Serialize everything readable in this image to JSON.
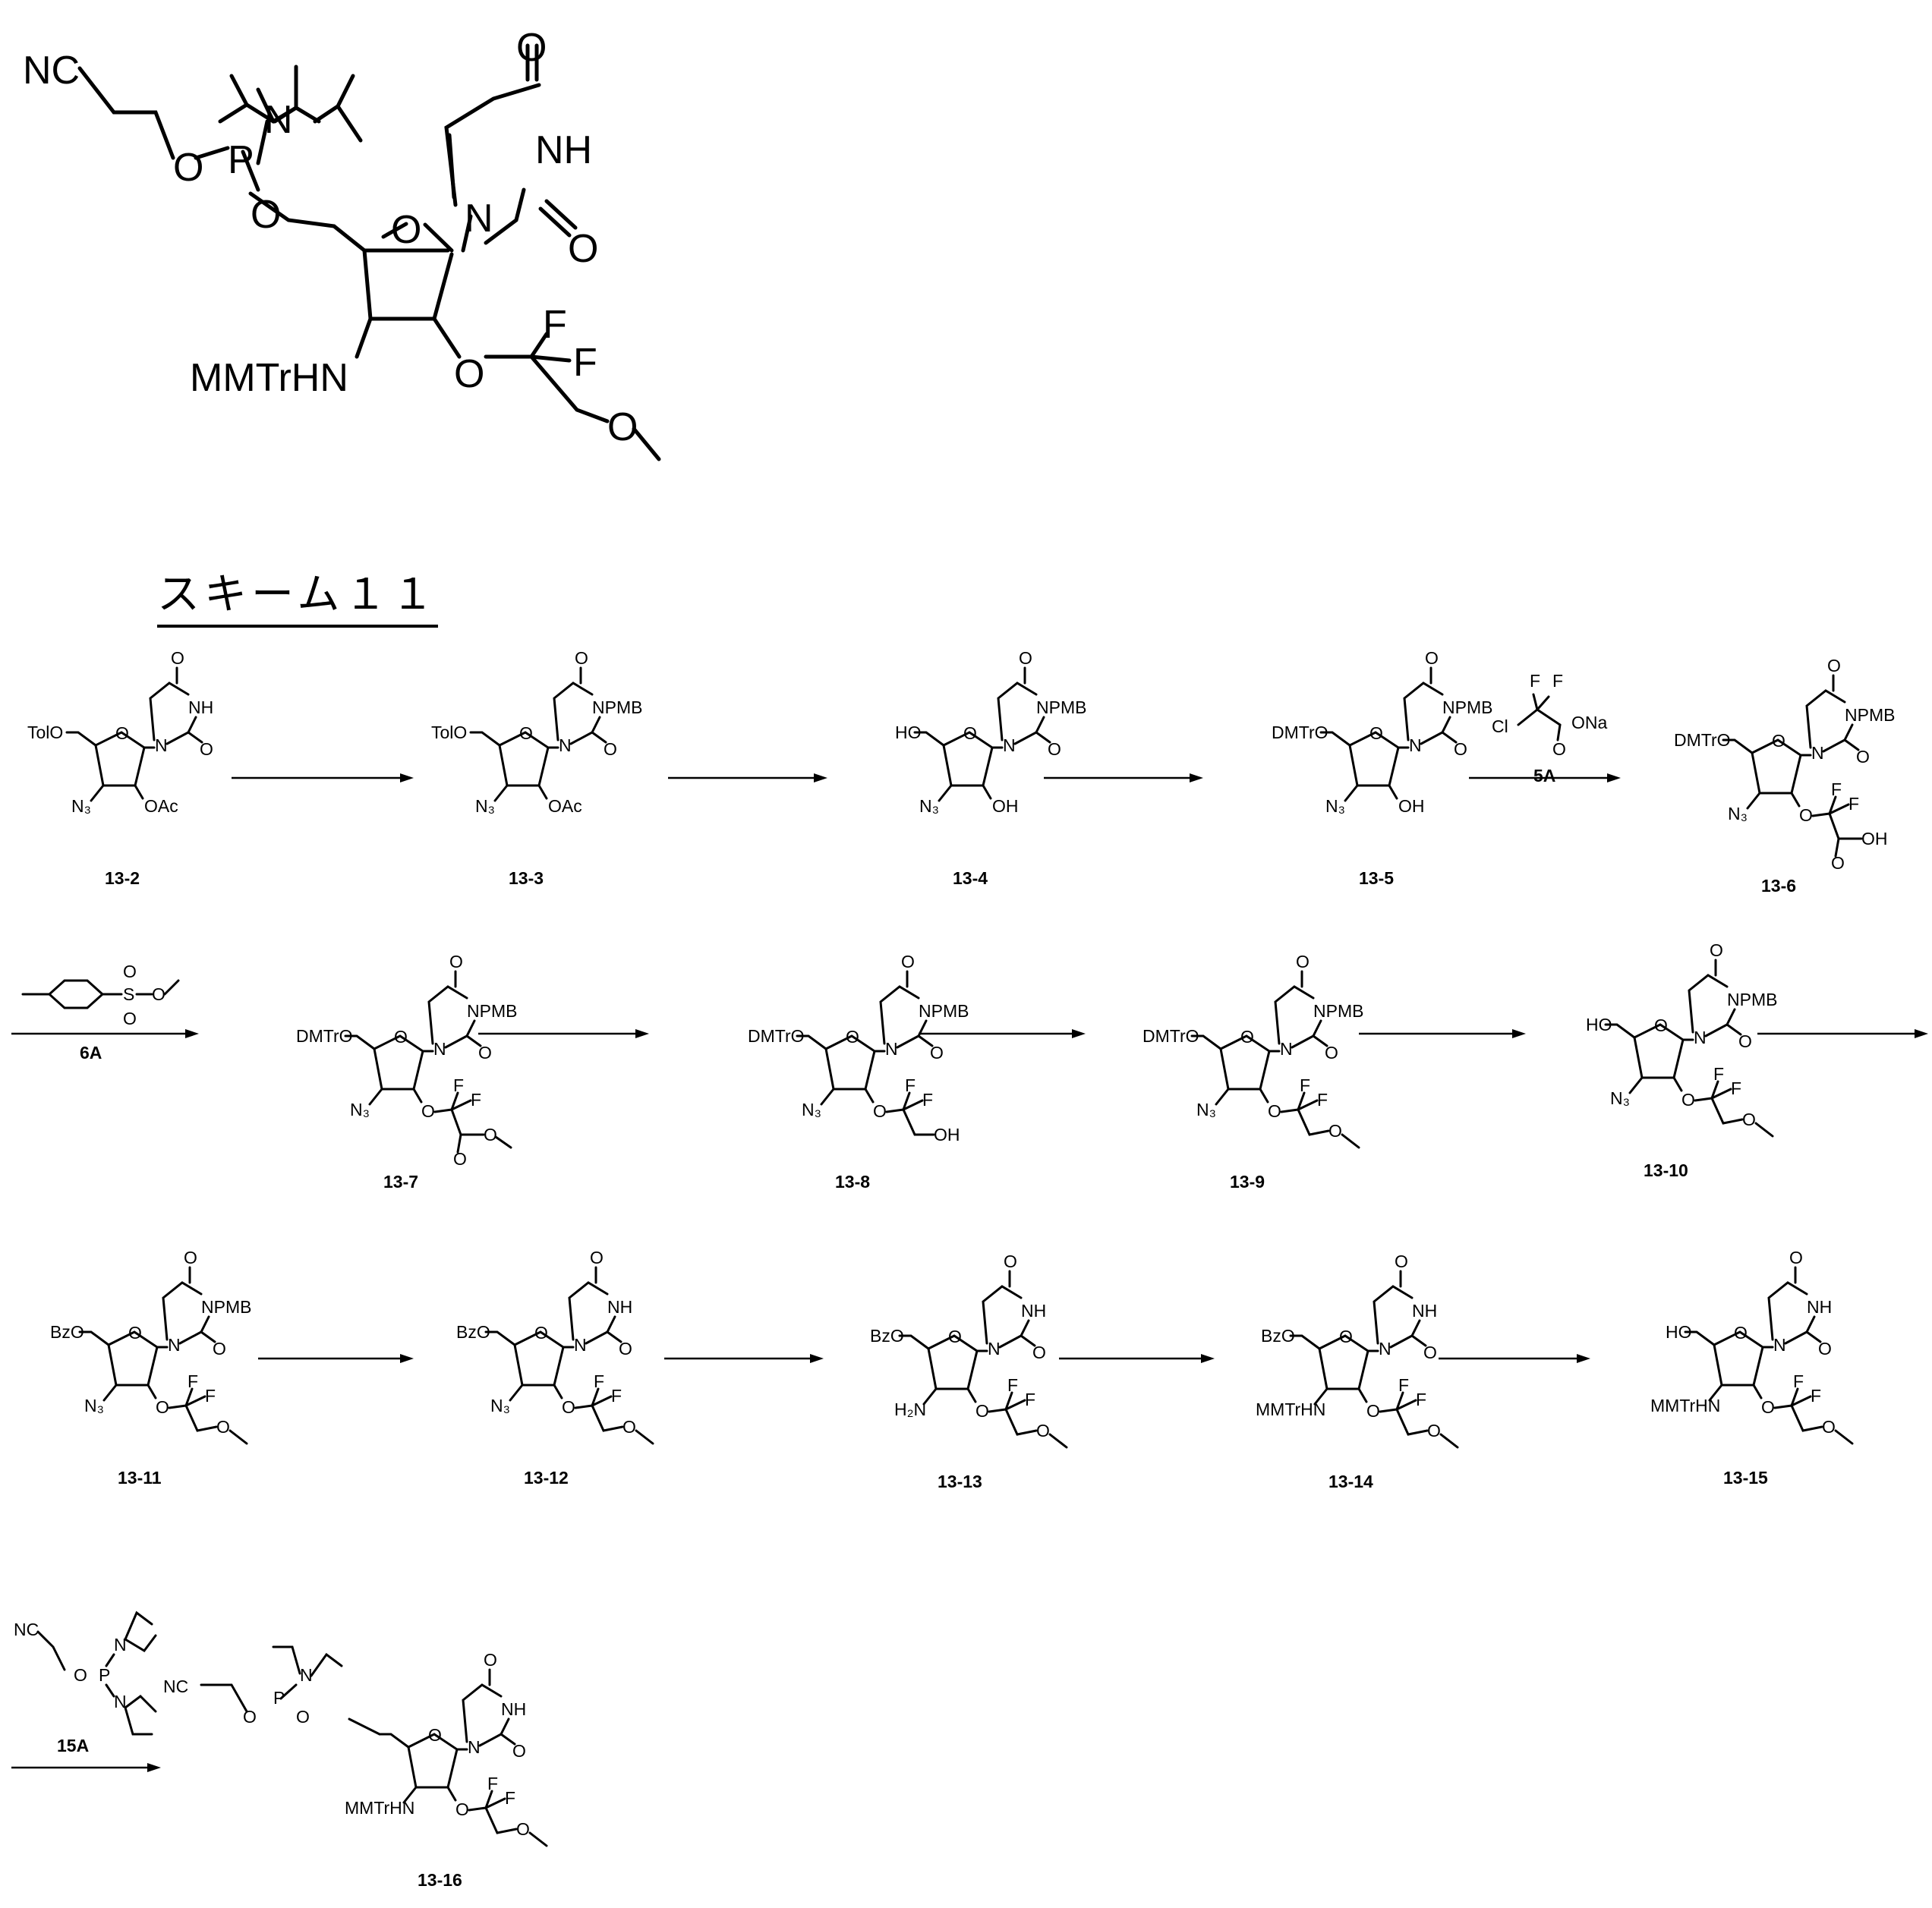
{
  "scheme_title": "スキーム１１",
  "target": {
    "labels": {
      "nc": "NC",
      "n": "N",
      "o1": "O",
      "p": "P",
      "o2": "O",
      "o_ring": "O",
      "n1": "N",
      "nh": "NH",
      "o_c4": "O",
      "o_c2": "O",
      "f1": "F",
      "f2": "F",
      "o2p": "O",
      "o_me": "O",
      "mmtrhn": "MMTrHN"
    }
  },
  "compounds": [
    {
      "id": "13-2",
      "r5": "TolO",
      "r3": "N3",
      "r2": "OAc",
      "n3": "NH"
    },
    {
      "id": "13-3",
      "r5": "TolO",
      "r3": "N3",
      "r2": "OAc",
      "n3": "NPMB"
    },
    {
      "id": "13-4",
      "r5": "HO",
      "r3": "N3",
      "r2": "OH",
      "n3": "NPMB"
    },
    {
      "id": "13-5",
      "r5": "DMTrO",
      "r3": "N3",
      "r2": "OH",
      "n3": "NPMB"
    },
    {
      "id": "13-6",
      "r5": "DMTrO",
      "r3": "N3",
      "r2": "O-CF2-COOH",
      "n3": "NPMB"
    },
    {
      "id": "13-7",
      "r5": "DMTrO",
      "r3": "N3",
      "r2": "O-CF2-COOMe",
      "n3": "NPMB"
    },
    {
      "id": "13-8",
      "r5": "DMTrO",
      "r3": "N3",
      "r2": "O-CF2-CH2OH",
      "n3": "NPMB"
    },
    {
      "id": "13-9",
      "r5": "DMTrO",
      "r3": "N3",
      "r2": "O-CF2-CH2OMe",
      "n3": "NPMB"
    },
    {
      "id": "13-10",
      "r5": "HO",
      "r3": "N3",
      "r2": "O-CF2-CH2OMe",
      "n3": "NPMB"
    },
    {
      "id": "13-11",
      "r5": "BzO",
      "r3": "N3",
      "r2": "O-CF2-CH2OMe",
      "n3": "NPMB"
    },
    {
      "id": "13-12",
      "r5": "BzO",
      "r3": "N3",
      "r2": "O-CF2-CH2OMe",
      "n3": "NH"
    },
    {
      "id": "13-13",
      "r5": "BzO",
      "r3": "H2N",
      "r2": "O-CF2-CH2OMe",
      "n3": "NH"
    },
    {
      "id": "13-14",
      "r5": "BzO",
      "r3": "MMTrHN",
      "r2": "O-CF2-CH2OMe",
      "n3": "NH"
    },
    {
      "id": "13-15",
      "r5": "HO",
      "r3": "MMTrHN",
      "r2": "O-CF2-CH2OMe",
      "n3": "NH"
    },
    {
      "id": "13-16",
      "r5": "phosphoramidite",
      "r3": "MMTrHN",
      "r2": "O-CF2-CH2OMe",
      "n3": "NH"
    }
  ],
  "reagents": [
    {
      "id": "5A",
      "labels": [
        "F",
        "F",
        "Cl",
        "O",
        "ONa"
      ]
    },
    {
      "id": "6A",
      "labels": [
        "S",
        "O",
        "O",
        "O"
      ]
    },
    {
      "id": "15A",
      "labels": [
        "NC",
        "O",
        "P",
        "N",
        "N"
      ]
    }
  ],
  "atom_text": {
    "O": "O",
    "NH": "NH",
    "N": "N",
    "F": "F",
    "OH": "OH",
    "NPMB": "NPMB",
    "N3": "N₃",
    "H2N": "H₂N",
    "OAc": "OAc",
    "MMTrHN": "MMTrHN",
    "TolO": "TolO",
    "DMTrO": "DMTrO",
    "HO": "HO",
    "BzO": "BzO",
    "NC": "NC",
    "P": "P",
    "O_": "O"
  },
  "colors": {
    "ink": "#000000",
    "background": "#ffffff"
  }
}
